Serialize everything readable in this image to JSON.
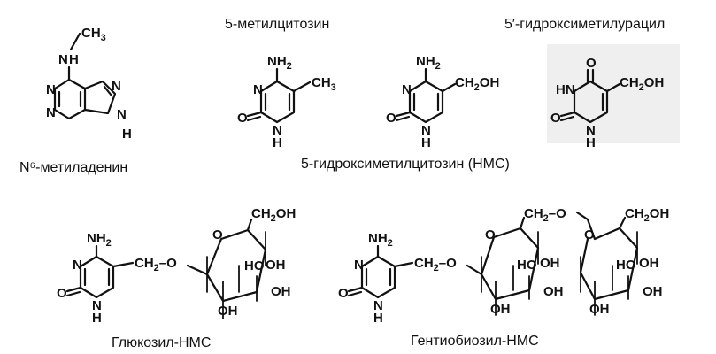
{
  "captions": {
    "n6_methyladenine": "N⁶-метиладенин",
    "methylcytosine": "5-метилцитозин",
    "hmc": "5-гидроксиметилцитозин    (НМС)",
    "hmu": "5′-гидроксиметилурацил",
    "glucosyl_hmc": "Глюкозил-НМС",
    "gentiobiosyl_hmc": "Гентиобиозил-НМС"
  },
  "atoms": {
    "CH3": "CH3",
    "NH": "NH",
    "N": "N",
    "H": "H",
    "NH2": "NH2",
    "O": "O",
    "CH2OH": "CH2OH",
    "CH2": "CH2",
    "OH": "OH",
    "HO": "HO"
  }
}
